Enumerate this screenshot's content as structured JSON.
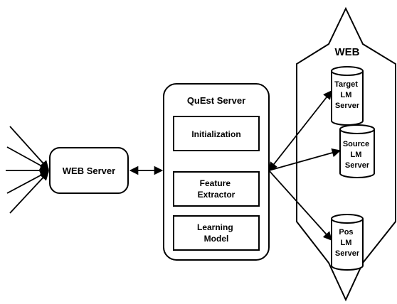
{
  "web_server": {
    "label": "WEB Server"
  },
  "quest_server": {
    "title": "QuEst Server",
    "modules": {
      "initialization": "Initialization",
      "feature_extractor": [
        "Feature",
        "Extractor"
      ],
      "learning_model": [
        "Learning",
        "Model"
      ]
    }
  },
  "web_cloud": {
    "label": "WEB",
    "target_lm": [
      "Target",
      "LM",
      "Server"
    ],
    "source_lm": [
      "Source",
      "LM",
      "Server"
    ],
    "pos_lm": [
      "Pos",
      "LM",
      "Server"
    ]
  }
}
